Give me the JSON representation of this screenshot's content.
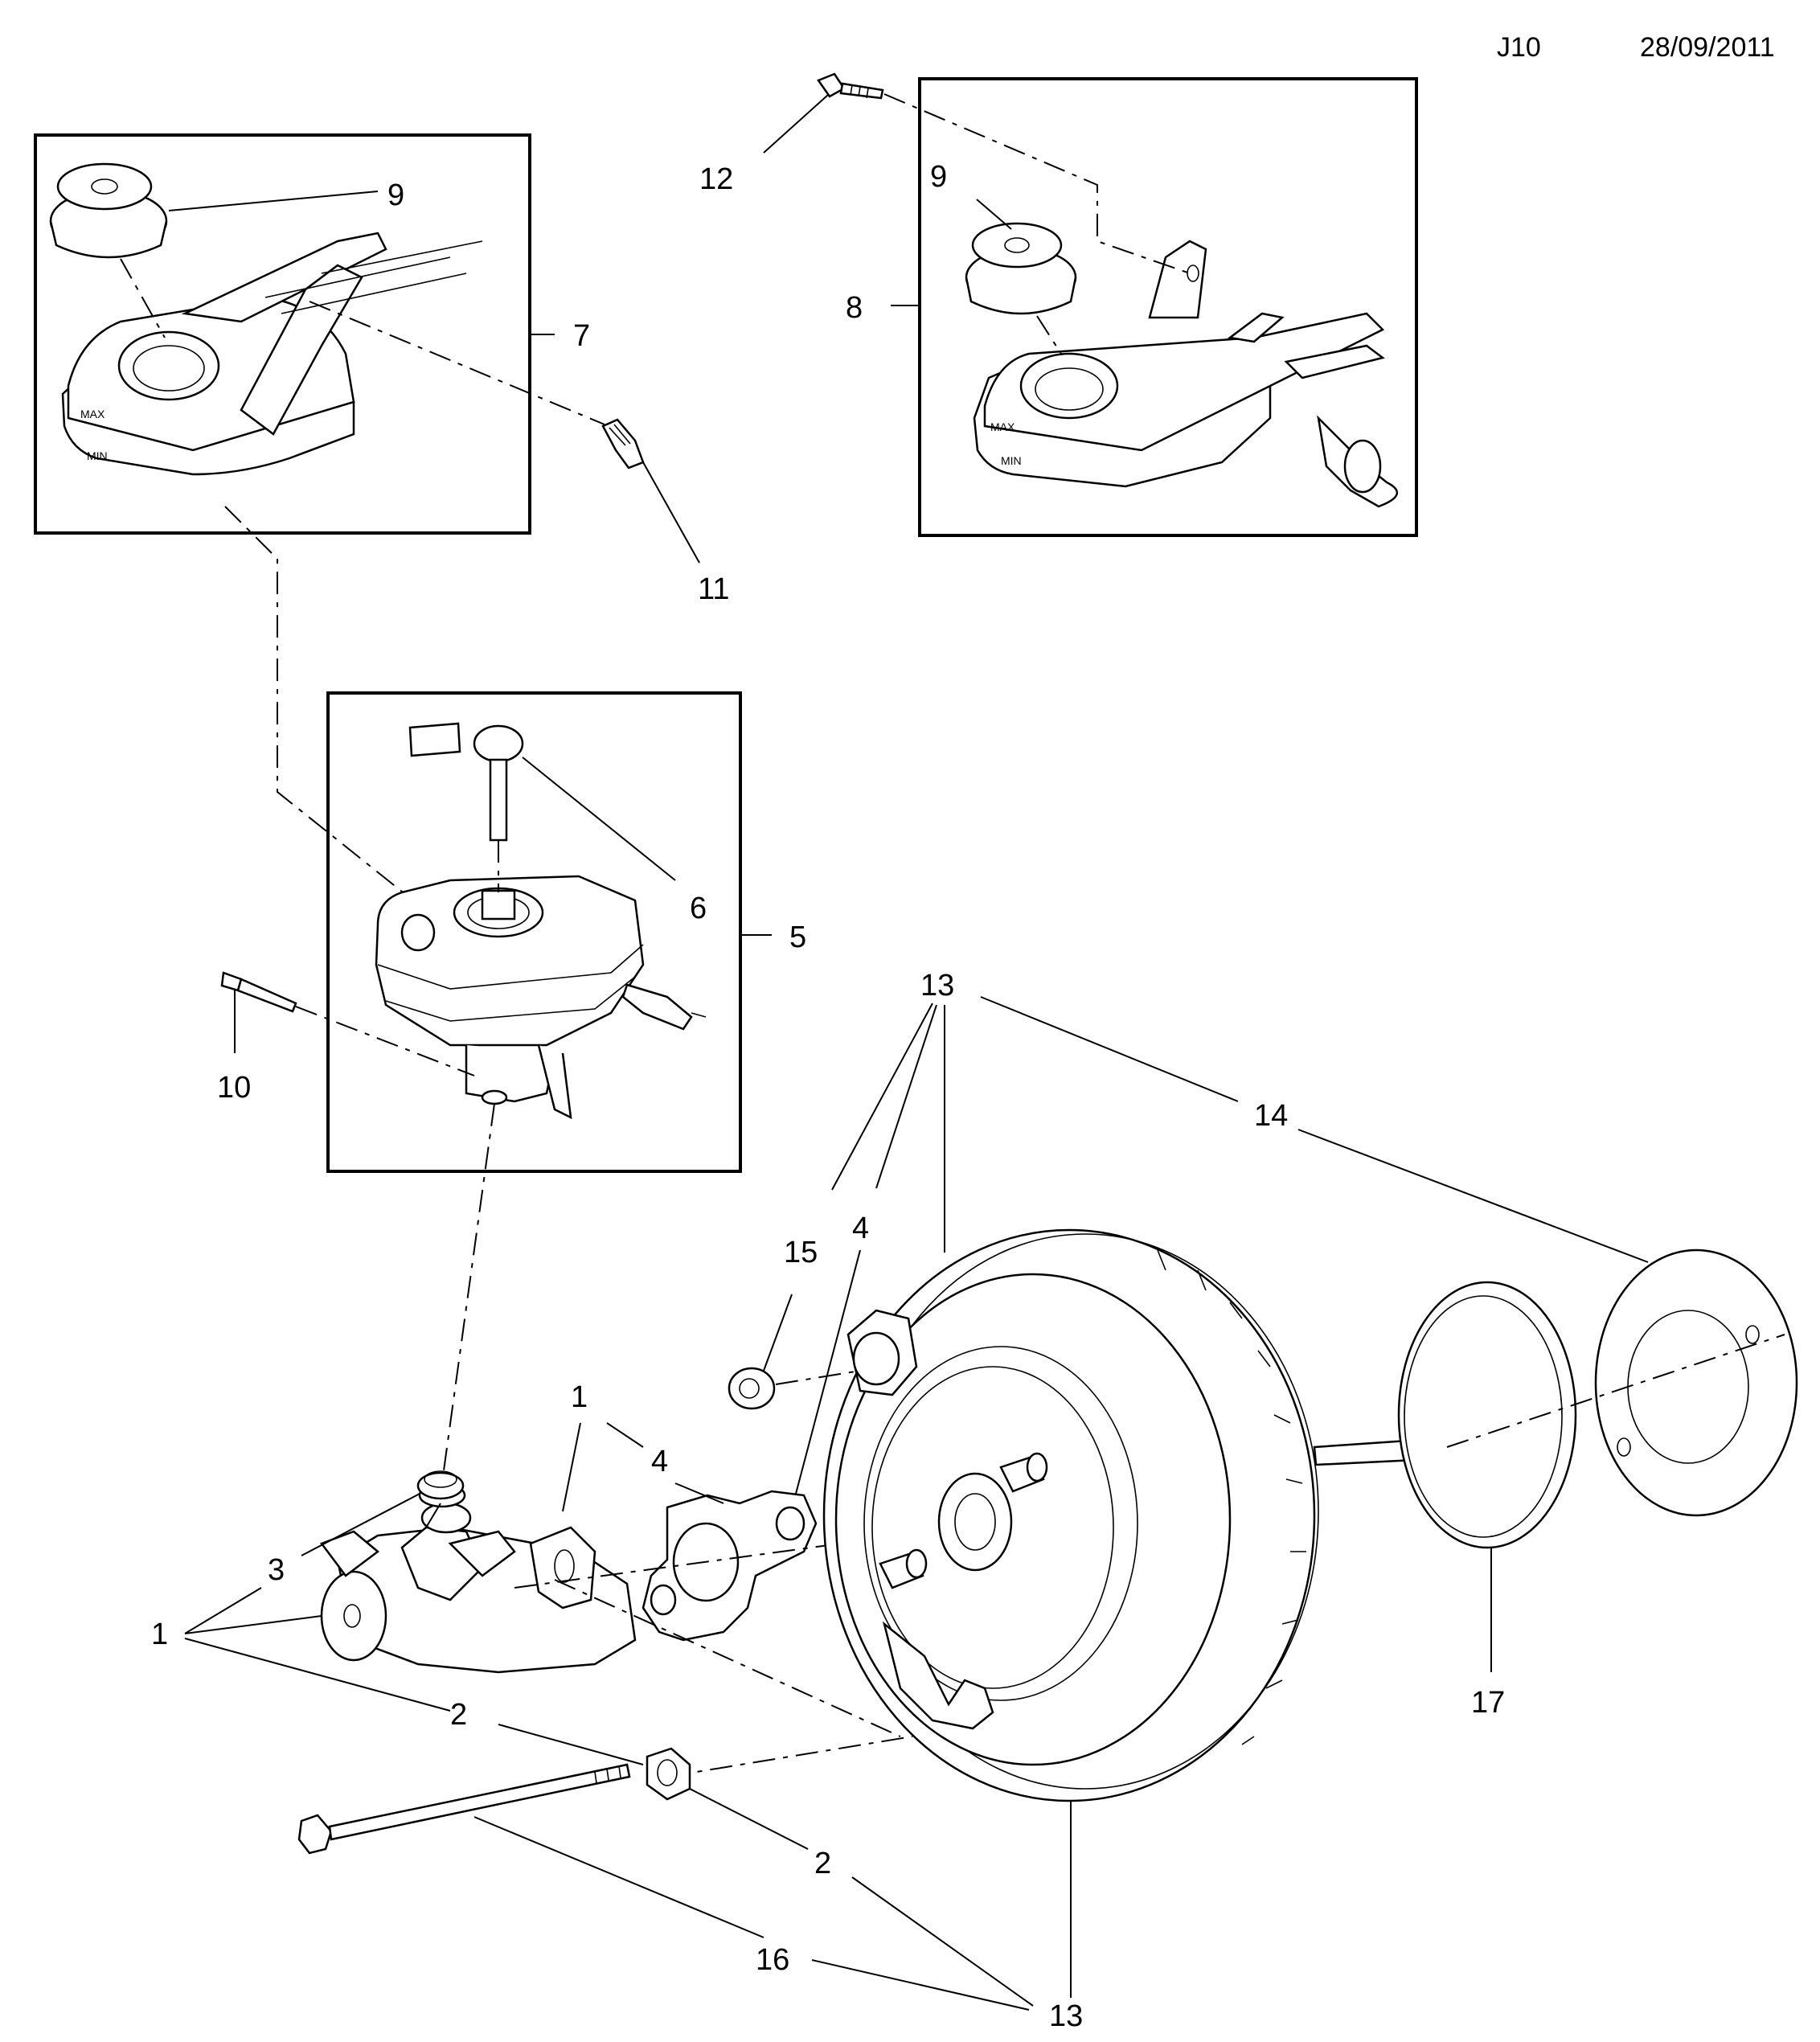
{
  "header": {
    "code": "J10",
    "date": "28/09/2011"
  },
  "callouts": {
    "c1a": "1",
    "c1b": "1",
    "c2a": "2",
    "c2b": "2",
    "c3": "3",
    "c4a": "4",
    "c4b": "4",
    "c5": "5",
    "c6": "6",
    "c7": "7",
    "c8": "8",
    "c9a": "9",
    "c9b": "9",
    "c10": "10",
    "c11": "11",
    "c12": "12",
    "c13a": "13",
    "c13b": "13",
    "c14": "14",
    "c15": "15",
    "c16": "16",
    "c17": "17"
  },
  "box_labels": {
    "max_a": "MAX",
    "min_a": "MIN",
    "max_b": "MAX",
    "min_b": "MIN"
  }
}
